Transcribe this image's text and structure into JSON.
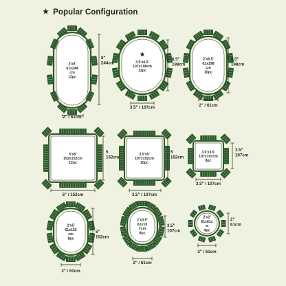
{
  "header": {
    "title": "Popular Configuration",
    "icon": "star-icon"
  },
  "colors": {
    "background": "#f0f2e1",
    "module": "#2e5a2c",
    "stripe": "#8fb07c",
    "ink": "#1c2418",
    "table_fill": "#ffffff"
  },
  "configurations": [
    {
      "id": "c1",
      "lines": [
        "2'x8'",
        "61x244",
        "cm",
        "12pc"
      ],
      "width_label": "2\" / 61cm",
      "height_label": [
        "8\"",
        "244cm"
      ]
    },
    {
      "id": "c2",
      "lines": [
        "3.5'x6.5'",
        "107x198cm",
        "12pc"
      ],
      "width_label": "3.5\" / 107cm",
      "height_label": [
        "6.5\"",
        "198cm"
      ]
    },
    {
      "id": "c3",
      "lines": [
        "2'x6.5'",
        "61x198",
        "cm",
        "10pc"
      ],
      "width_label": "2\" / 61cm",
      "height_label": [
        "6.5\"",
        "198cm"
      ]
    },
    {
      "id": "c4",
      "lines": [
        "5'x5'",
        "152x152cm",
        "12pc"
      ],
      "width_label": "5\" / 152cm",
      "height_label": [
        "5",
        "152cm"
      ]
    },
    {
      "id": "c5",
      "lines": [
        "3.5'x5'",
        "107x152cm",
        "10pc"
      ],
      "width_label": "3.5\" / 107cm",
      "height_label": [
        "5",
        "152cm"
      ]
    },
    {
      "id": "c6",
      "lines": [
        "3.5'x3.5'",
        "107x107cm",
        "8pc"
      ],
      "width_label": "3.5\" / 107cm",
      "height_label": [
        "3.5\"",
        "107cm"
      ]
    },
    {
      "id": "c7",
      "lines": [
        "2'x5'",
        "61x152",
        "cm",
        "8pc"
      ],
      "width_label": "2\" / 61cm",
      "height_label": [
        "5\"",
        "152cm"
      ]
    },
    {
      "id": "c8",
      "lines": [
        "2'x3.5'",
        "61x10",
        "7cm",
        "6pc"
      ],
      "width_label": "2\" / 61cm",
      "height_label": [
        "3.5\"",
        "107cm"
      ]
    },
    {
      "id": "c9",
      "lines": [
        "2'x2'",
        "61x61c",
        "m",
        "4pc"
      ],
      "width_label": "2\" / 61cm",
      "height_label": [
        "2\"",
        "61cm"
      ]
    }
  ]
}
